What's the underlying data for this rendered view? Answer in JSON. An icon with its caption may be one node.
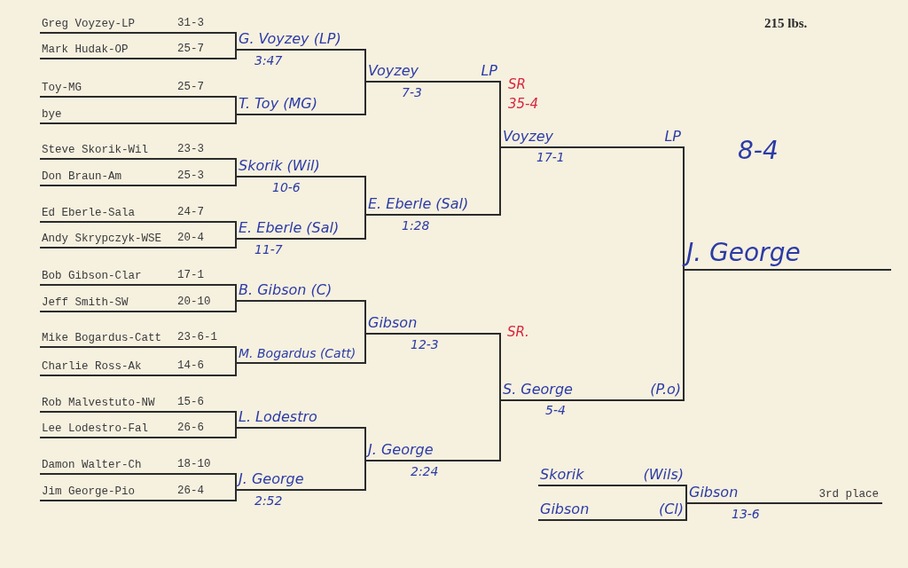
{
  "diagram": {
    "nodes": [
      {
        "text": [
          "Greg Voyzey-LP",
          "31-3"
        ]
      },
      {
        "text": [
          "Mark Hudak-OP",
          "25-7"
        ]
      },
      {
        "text": [
          "Toy-MG",
          "25-7"
        ]
      },
      {
        "text": [
          "bye"
        ]
      },
      {
        "text": [
          "Steve Skorik-Wil",
          "23-3"
        ]
      },
      {
        "text": [
          "Don Braun-Am",
          "25-3"
        ]
      },
      {
        "text": [
          "Ed Eberle-Sala",
          "24-7"
        ]
      },
      {
        "text": [
          "Andy Skrypczyk-WSE",
          "20-4"
        ]
      },
      {
        "text": [
          "Bob Gibson-Clar",
          "17-1"
        ]
      },
      {
        "text": [
          "Jeff Smith-SW",
          "20-10"
        ]
      },
      {
        "text": [
          "Mike Bogardus-Catt",
          "23-6-1"
        ]
      },
      {
        "text": [
          "Charlie Ross-Ak",
          "14-6"
        ]
      },
      {
        "text": [
          "Rob Malvestuto-NW",
          "15-6"
        ]
      },
      {
        "text": [
          "Lee Lodestro-Fal",
          "26-6"
        ]
      },
      {
        "text": [
          "Damon Walter-Ch",
          "18-10"
        ]
      },
      {
        "text": [
          "Jim George-Pio",
          "26-4"
        ]
      },
      {
        "text": [
          "G. Voyzey (LP)"
        ],
        "beside": [
          "3:47"
        ]
      },
      {
        "text": [
          "T. Toy (MG)"
        ]
      },
      {
        "text": [
          "Skorik (Wil)"
        ],
        "beside": [
          "10-6"
        ]
      },
      {
        "text": [
          "E. Eberle (Sal)"
        ],
        "beside": [
          "11-7"
        ]
      },
      {
        "text": [
          "B. Gibson (C)"
        ]
      },
      {
        "text": [
          "M. Bogardus (Catt)"
        ]
      },
      {
        "text": [
          "L. Lodestro"
        ]
      },
      {
        "text": [
          "J. George"
        ],
        "beside": [
          "2:52"
        ]
      },
      {
        "text": [
          "Voyzey",
          "LP"
        ],
        "beside": [
          "7-3"
        ]
      },
      {
        "text": [
          "E. Eberle (Sal)"
        ],
        "beside": [
          "1:28"
        ]
      },
      {
        "text": [
          "Gibson"
        ],
        "beside": [
          "12-3"
        ]
      },
      {
        "text": [
          "J. George"
        ],
        "beside": [
          "2:24"
        ]
      },
      {
        "text": [
          "Voyzey",
          "LP"
        ],
        "beside": [
          "SR",
          "35-4",
          "17-1"
        ]
      },
      {
        "text": [
          "S. George",
          "(P.o)"
        ],
        "beside": [
          "5-4"
        ]
      },
      {
        "text": [
          "J. George"
        ],
        "beside": [
          "8-4"
        ]
      },
      {
        "text": [
          "Skorik",
          "(Wils)"
        ]
      },
      {
        "text": [
          "Gibson",
          "(Cl)"
        ]
      },
      {
        "text": [
          "Gibson",
          "3rd place"
        ],
        "beside": [
          "13-6"
        ]
      }
    ],
    "edges": [
      {
        "from": 0,
        "to": 16,
        "arrow": "none"
      },
      {
        "from": 1,
        "to": 16,
        "arrow": "none"
      },
      {
        "from": 2,
        "to": 17,
        "arrow": "none"
      },
      {
        "from": 3,
        "to": 17,
        "arrow": "none"
      },
      {
        "from": 4,
        "to": 18,
        "arrow": "none"
      },
      {
        "from": 5,
        "to": 18,
        "arrow": "none"
      },
      {
        "from": 6,
        "to": 19,
        "arrow": "none"
      },
      {
        "from": 7,
        "to": 19,
        "arrow": "none"
      },
      {
        "from": 8,
        "to": 20,
        "arrow": "none"
      },
      {
        "from": 9,
        "to": 20,
        "arrow": "none"
      },
      {
        "from": 10,
        "to": 21,
        "arrow": "none"
      },
      {
        "from": 11,
        "to": 21,
        "arrow": "none"
      },
      {
        "from": 12,
        "to": 22,
        "arrow": "none"
      },
      {
        "from": 13,
        "to": 22,
        "arrow": "none"
      },
      {
        "from": 14,
        "to": 23,
        "arrow": "none"
      },
      {
        "from": 15,
        "to": 23,
        "arrow": "none"
      },
      {
        "from": 16,
        "to": 24,
        "arrow": "none"
      },
      {
        "from": 17,
        "to": 24,
        "arrow": "none"
      },
      {
        "from": 18,
        "to": 25,
        "arrow": "none"
      },
      {
        "from": 19,
        "to": 25,
        "arrow": "none"
      },
      {
        "from": 20,
        "to": 26,
        "arrow": "none"
      },
      {
        "from": 21,
        "to": 26,
        "arrow": "none"
      },
      {
        "from": 22,
        "to": 27,
        "arrow": "none"
      },
      {
        "from": 23,
        "to": 27,
        "arrow": "none"
      },
      {
        "from": 24,
        "to": 28,
        "arrow": "none"
      },
      {
        "from": 25,
        "to": 28,
        "arrow": "none"
      },
      {
        "from": 26,
        "to": 29,
        "arrow": "none"
      },
      {
        "from": 27,
        "to": 29,
        "arrow": "none"
      },
      {
        "from": 28,
        "to": 30,
        "arrow": "none"
      },
      {
        "from": 29,
        "to": 30,
        "arrow": "none"
      },
      {
        "from": 31,
        "to": 33,
        "arrow": "none"
      },
      {
        "from": 32,
        "to": 33,
        "arrow": "none"
      }
    ],
    "labels": [
      "215 lbs.",
      "SR."
    ]
  }
}
